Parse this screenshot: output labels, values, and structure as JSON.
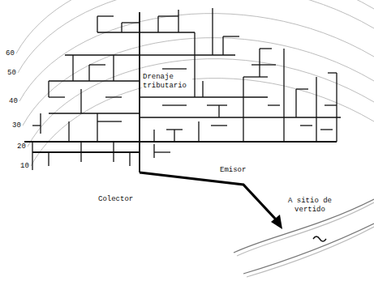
{
  "diagram": {
    "labels": [
      "60",
      "50",
      "40",
      "30",
      "20",
      "10",
      "Drenaje tributario",
      "Emisor",
      "Colector",
      "A sitio de vertido"
    ]
  }
}
